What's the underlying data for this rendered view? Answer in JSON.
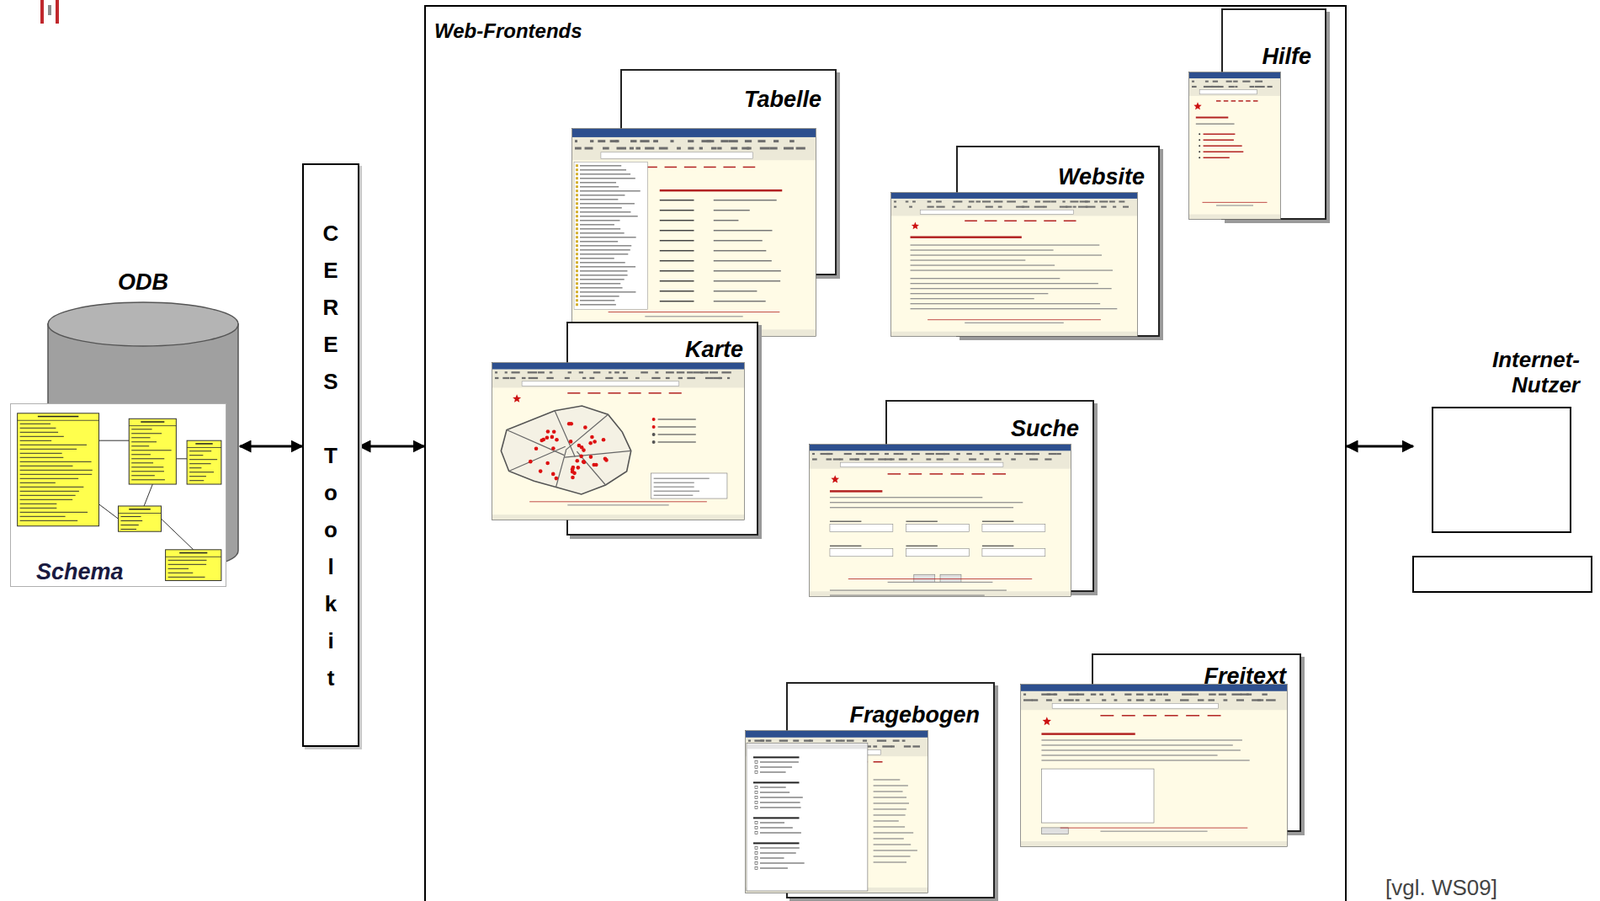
{
  "diagram": {
    "nodes": [
      {
        "text": [
          "ODB"
        ]
      },
      {
        "text": [
          "Schema"
        ],
        "in": 0
      },
      {
        "text": [
          "CERES Toolkit"
        ]
      },
      {
        "text": [
          "Web-Frontends"
        ]
      },
      {
        "text": [
          "Tabelle"
        ],
        "in": 3
      },
      {
        "text": [
          "Hilfe"
        ],
        "in": 3
      },
      {
        "text": [
          "Website"
        ],
        "in": 3
      },
      {
        "text": [
          "Karte"
        ],
        "in": 3
      },
      {
        "text": [
          "Suche"
        ],
        "in": 3
      },
      {
        "text": [
          "Fragebogen"
        ],
        "in": 3
      },
      {
        "text": [
          "Freitext"
        ],
        "in": 3
      },
      {
        "text": [
          "Internet- Nutzer"
        ]
      }
    ],
    "edges": [
      {
        "from": 0,
        "to": 2,
        "arrow": "both"
      },
      {
        "from": 2,
        "to": 3,
        "arrow": "both"
      },
      {
        "from": 3,
        "to": 11,
        "arrow": "both"
      }
    ],
    "labels": [
      "[vgl. WS09]"
    ]
  }
}
